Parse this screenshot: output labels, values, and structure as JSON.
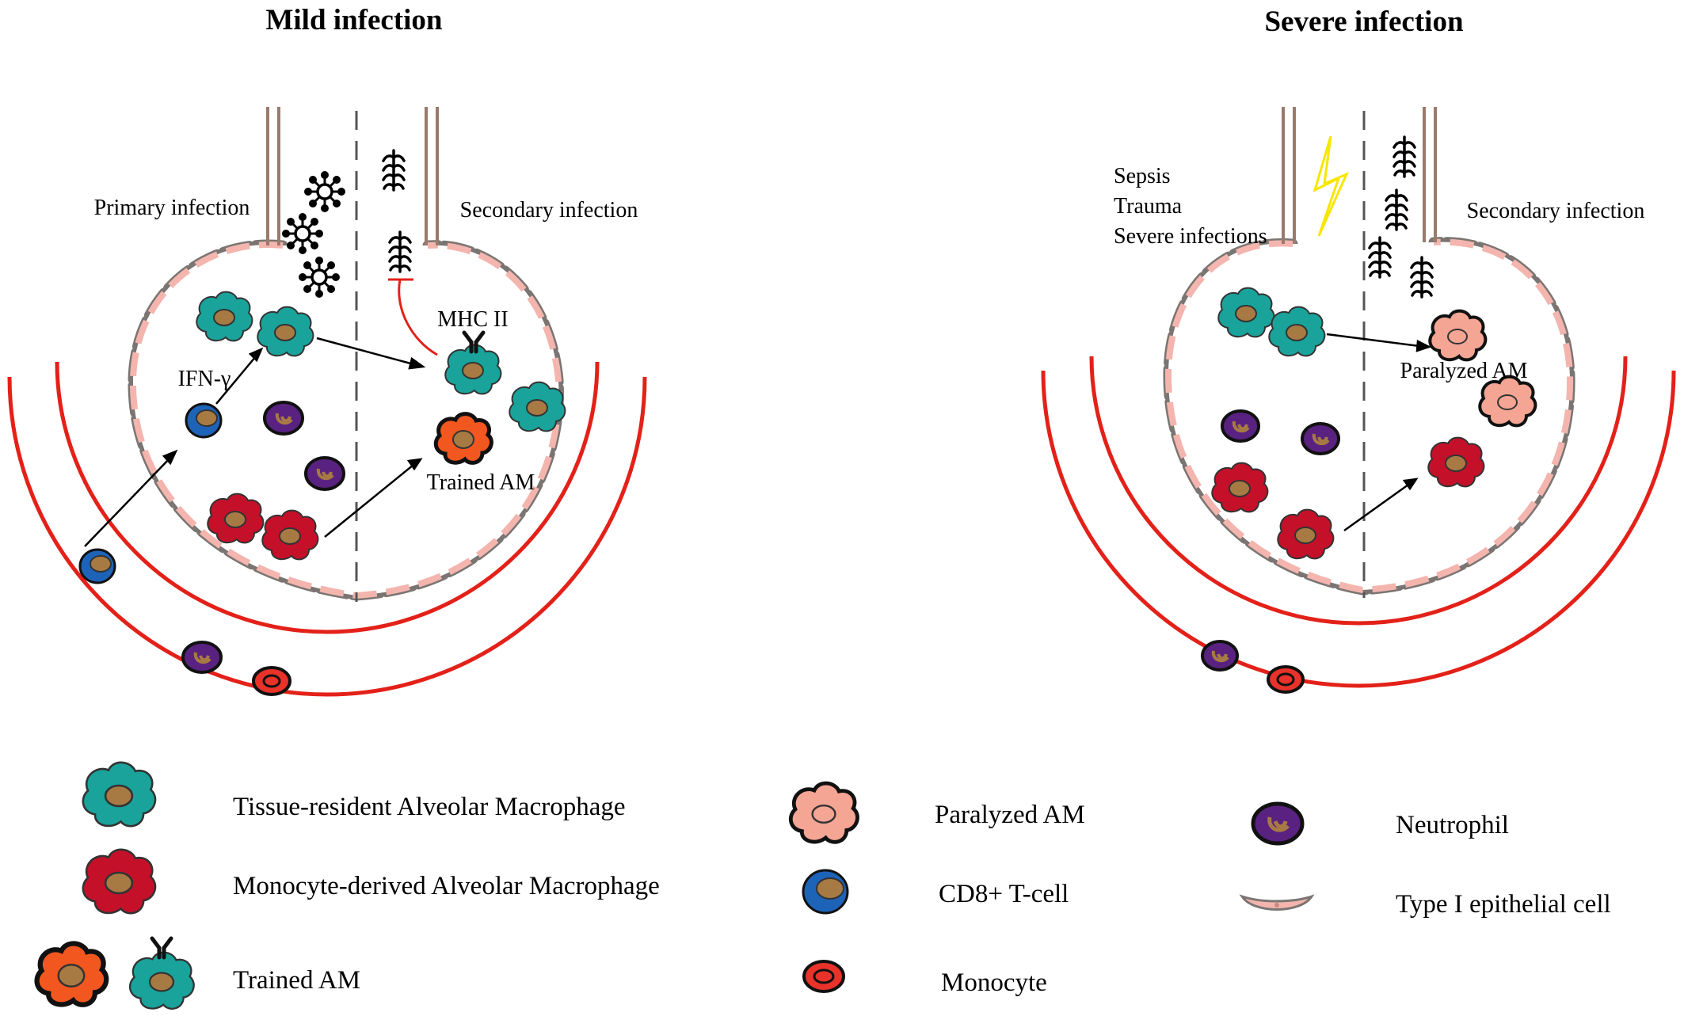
{
  "panels": {
    "mild": {
      "title": "Mild infection",
      "primary_label": "Primary infection",
      "secondary_label": "Secondary infection",
      "ifn_label": "IFN-γ",
      "mhc_label": "MHC II",
      "trained_label": "Trained AM"
    },
    "severe": {
      "title": "Severe infection",
      "cause_lines": [
        "Sepsis",
        "Trauma",
        "Severe infections"
      ],
      "secondary_label": "Secondary infection",
      "paralyzed_label": "Paralyzed AM"
    }
  },
  "legend": {
    "tram": "Tissue-resident Alveolar Macrophage",
    "moam": "Monocyte-derived Alveolar Macrophage",
    "trained": "Trained AM",
    "paralyzed": "Paralyzed AM",
    "cd8": "CD8+ T-cell",
    "monocyte": "Monocyte",
    "neutrophil": "Neutrophil",
    "epithelial": "Type I epithelial cell"
  },
  "colors": {
    "capillary": "#e32119",
    "alveolus_wall": "#7a7572",
    "epithelial_fill": "#f3b5ae",
    "bronchus": "#9a7a6c",
    "tram": "#19a39b",
    "moam": "#c5102a",
    "trained_fill": "#f2571f",
    "paralyzed_fill": "#f4a594",
    "cd8_fill": "#1d63b8",
    "neutrophil_fill": "#5a2280",
    "monocyte_fill": "#e8322a",
    "nucleus": "#a87a43",
    "inhibition": "#e32119",
    "lightning": "#f7e600"
  },
  "icons": [
    "virus-icon",
    "bacteria-icon",
    "lightning-icon",
    "antibody-icon"
  ]
}
